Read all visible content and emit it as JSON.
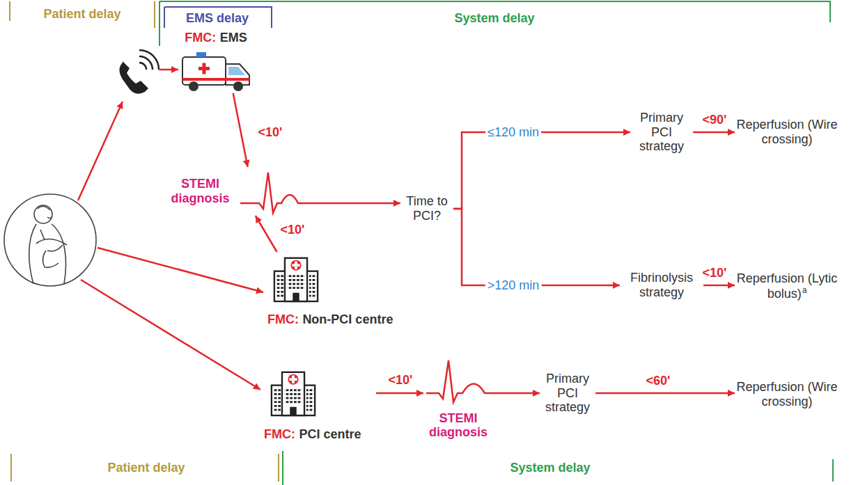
{
  "diagram": {
    "nodes": [
      {
        "text": [
          "FMC:",
          "EMS"
        ]
      },
      {
        "text": [
          "STEMI diagnosis"
        ]
      },
      {
        "text": [
          "FMC:",
          "Non-PCI centre"
        ]
      },
      {
        "text": [
          "Time to PCI?"
        ]
      },
      {
        "text": [
          "Primary PCI strategy"
        ]
      },
      {
        "text": [
          "Reperfusion (Wire crossing)"
        ]
      },
      {
        "text": [
          "Fibrinolysis strategy"
        ]
      },
      {
        "text": [
          "Reperfusion (Lytic bolus)",
          "a"
        ]
      },
      {
        "text": [
          "FMC:",
          "PCI centre"
        ]
      },
      {
        "text": [
          "STEMI diagnosis"
        ]
      },
      {
        "text": [
          "Primary PCI strategy"
        ]
      },
      {
        "text": [
          "Reperfusion (Wire crossing)"
        ]
      }
    ],
    "edges": [
      {
        "from": 0,
        "to": 1,
        "label": "<10'",
        "arrow": "to"
      },
      {
        "from": 2,
        "to": 1,
        "label": "<10'",
        "arrow": "to"
      },
      {
        "from": 1,
        "to": 3,
        "arrow": "to"
      },
      {
        "from": 3,
        "to": 4,
        "label": "≤120 min",
        "arrow": "to"
      },
      {
        "from": 3,
        "to": 6,
        "label": ">120 min",
        "arrow": "to"
      },
      {
        "from": 4,
        "to": 5,
        "label": "<90'",
        "arrow": "to"
      },
      {
        "from": 6,
        "to": 7,
        "label": "<10'",
        "arrow": "to"
      },
      {
        "from": 8,
        "to": 9,
        "label": "<10'",
        "arrow": "to"
      },
      {
        "from": 9,
        "to": 10,
        "arrow": "to"
      },
      {
        "from": 10,
        "to": 11,
        "label": "<60'",
        "arrow": "to"
      }
    ],
    "labels": [
      "Patient delay",
      "EMS delay",
      "System delay",
      "Patient delay",
      "System delay"
    ]
  }
}
